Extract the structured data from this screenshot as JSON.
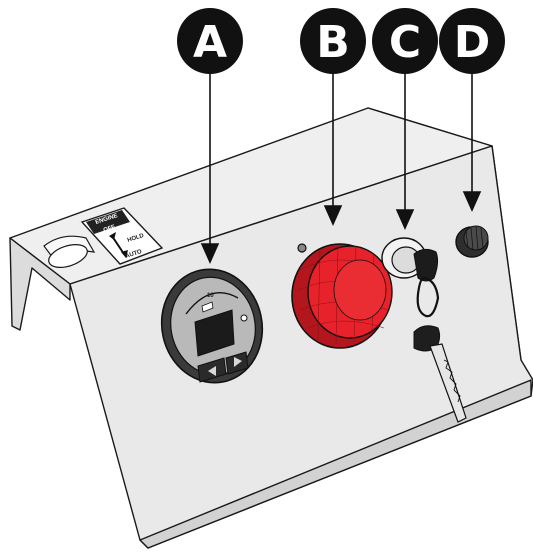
{
  "callouts": [
    {
      "letter": "A",
      "target": "display-module"
    },
    {
      "letter": "B",
      "target": "emergency-stop-button"
    },
    {
      "letter": "C",
      "target": "key-switch"
    },
    {
      "letter": "D",
      "target": "rotary-knob"
    }
  ],
  "mode_label": {
    "top": "ENGINE",
    "mid": "OFF",
    "right": "HOLD",
    "bottom": "AUTO"
  },
  "display": {
    "scale_mark": "10"
  },
  "colors": {
    "panel": "#e7e7e7",
    "outline": "#1a1a1a",
    "estop_red": "#e8222a",
    "callout_fill": "#111111",
    "callout_text": "#ffffff"
  }
}
